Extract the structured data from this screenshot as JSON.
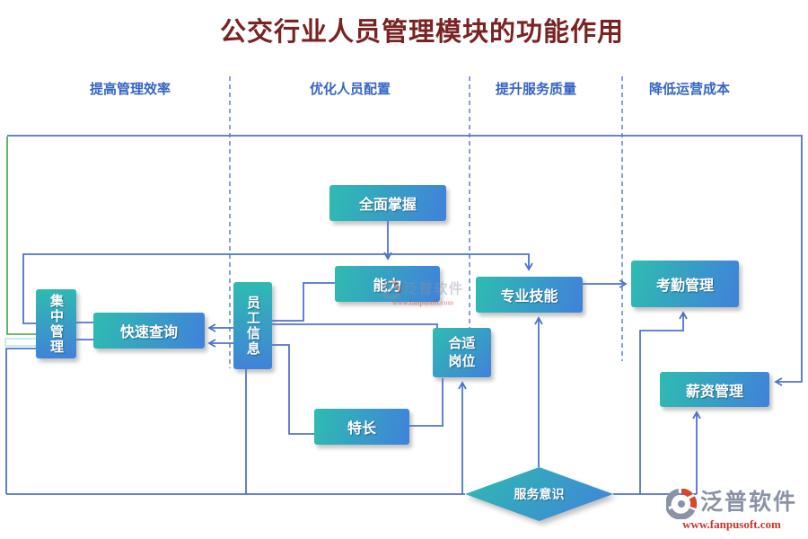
{
  "title": "公交行业人员管理模块的功能作用",
  "columns": [
    {
      "label": "提高管理效率"
    },
    {
      "label": "优化人员配置"
    },
    {
      "label": "提升服务质量"
    },
    {
      "label": "降低运营成本"
    }
  ],
  "nodes": {
    "full_grasp": {
      "label": "全面掌握"
    },
    "ability": {
      "label": "能力"
    },
    "professional_skill": {
      "label": "专业技能"
    },
    "attendance_mgmt": {
      "label": "考勤管理"
    },
    "salary_mgmt": {
      "label": "薪资管理"
    },
    "quick_query": {
      "label": "快速查询"
    },
    "centralized_mgmt": {
      "label": "集中管理"
    },
    "employee_info": {
      "label": "员工信息"
    },
    "suitable_post": {
      "label": "合适岗位"
    },
    "specialty": {
      "label": "特长"
    },
    "service_awareness": {
      "label": "服务意识"
    }
  },
  "brand": {
    "name": "泛普软件",
    "url": "www.fanpusoft.com"
  },
  "colors": {
    "title": "#7a2323",
    "header_blue": "#3565c4",
    "connector_blue": "#4f73cf",
    "connector_green": "#43a047",
    "box_gradient_start": "#2ebcb0",
    "box_gradient_end": "#4181da",
    "brand_gray": "#8a92a5",
    "brand_red": "#cc3429"
  }
}
